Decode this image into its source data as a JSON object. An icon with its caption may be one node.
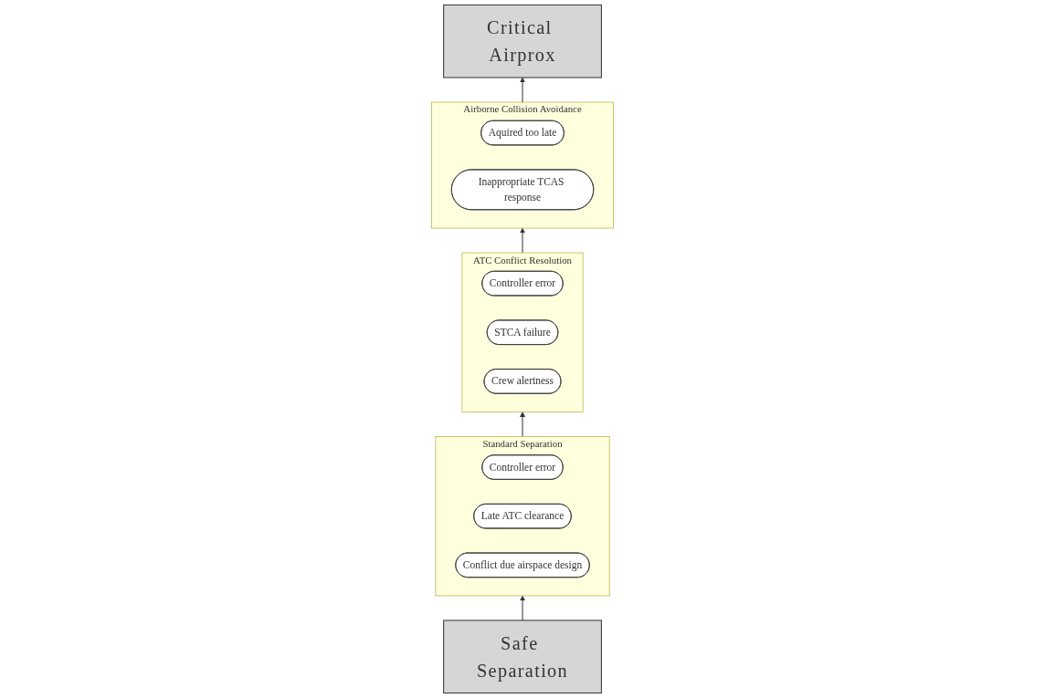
{
  "diagram": {
    "nodes": [
      {
        "text": [
          "Critical Airprox"
        ]
      },
      {
        "text": [
          "Airborne Collision Avoidance"
        ]
      },
      {
        "text": [
          "Aquired too late"
        ],
        "in": 1
      },
      {
        "text": [
          "Inappropriate TCAS response"
        ],
        "in": 1
      },
      {
        "text": [
          "ATC Conflict Resolution"
        ]
      },
      {
        "text": [
          "Controller error"
        ],
        "in": 4
      },
      {
        "text": [
          "STCA failure"
        ],
        "in": 4
      },
      {
        "text": [
          "Crew alertness"
        ],
        "in": 4
      },
      {
        "text": [
          "Standard Separation"
        ]
      },
      {
        "text": [
          "Controller error"
        ],
        "in": 8
      },
      {
        "text": [
          "Late ATC clearance"
        ],
        "in": 8
      },
      {
        "text": [
          "Conflict due airspace design"
        ],
        "in": 8
      },
      {
        "text": [
          "Safe Separation"
        ]
      }
    ],
    "edges": [
      {
        "from": 12,
        "to": 8,
        "arrow": "to"
      },
      {
        "from": 8,
        "to": 4,
        "arrow": "to"
      },
      {
        "from": 4,
        "to": 1,
        "arrow": "to"
      },
      {
        "from": 1,
        "to": 0,
        "arrow": "to"
      }
    ]
  }
}
